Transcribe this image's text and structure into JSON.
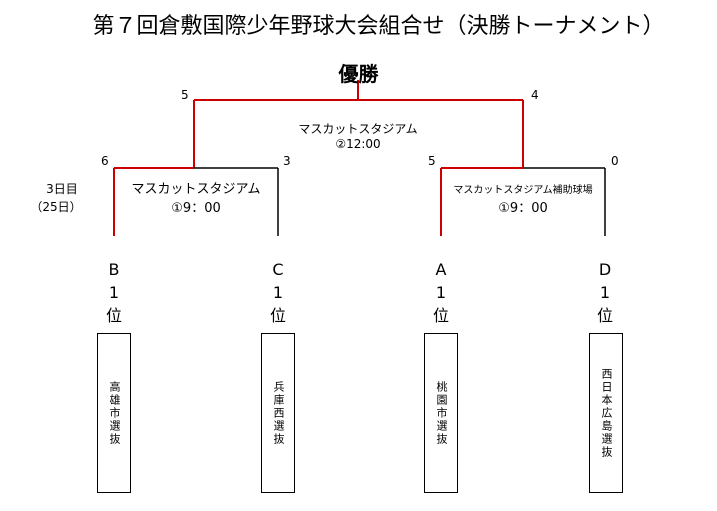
{
  "title": "第７回倉敷国際少年野球大会組合せ（決勝トーナメント）",
  "champion_label": "優勝",
  "final": {
    "venue": "マスカットスタジアム",
    "time": "②12:00",
    "score_left": "5",
    "score_right": "4"
  },
  "day": {
    "line1": "3日目",
    "line2": "（25日）"
  },
  "semifinal_left": {
    "venue": "マスカットスタジアム",
    "time": "①9：00",
    "score_left": "6",
    "score_right": "3"
  },
  "semifinal_right": {
    "venue": "マスカットスタジアム補助球場",
    "time": "①9：00",
    "score_left": "5",
    "score_right": "0"
  },
  "teams": [
    {
      "group": "B",
      "rank": "1",
      "unit": "位",
      "name": "高雄市選抜"
    },
    {
      "group": "C",
      "rank": "1",
      "unit": "位",
      "name": "兵庫西選抜"
    },
    {
      "group": "A",
      "rank": "1",
      "unit": "位",
      "name": "桃園市選抜"
    },
    {
      "group": "D",
      "rank": "1",
      "unit": "位",
      "name": "西日本広島選抜"
    }
  ],
  "colors": {
    "winner_line": "#cc0000",
    "loser_line": "#000000"
  }
}
